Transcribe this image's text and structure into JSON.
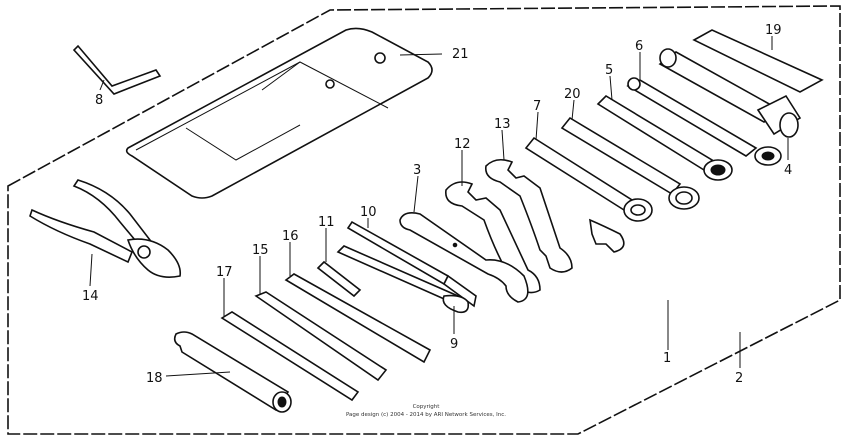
{
  "diagram": {
    "callouts": {
      "c1": "1",
      "c2": "2",
      "c3": "3",
      "c4": "4",
      "c5": "5",
      "c6": "6",
      "c7": "7",
      "c8": "8",
      "c9": "9",
      "c10": "10",
      "c11": "11",
      "c12": "12",
      "c13": "13",
      "c14": "14",
      "c15": "15",
      "c16": "16",
      "c17": "17",
      "c18": "18",
      "c19": "19",
      "c20": "20",
      "c21": "21"
    },
    "copyright": {
      "line1": "Copyright",
      "line2": "Page design (c) 2004 - 2014 by ARI Network Services, Inc."
    }
  }
}
